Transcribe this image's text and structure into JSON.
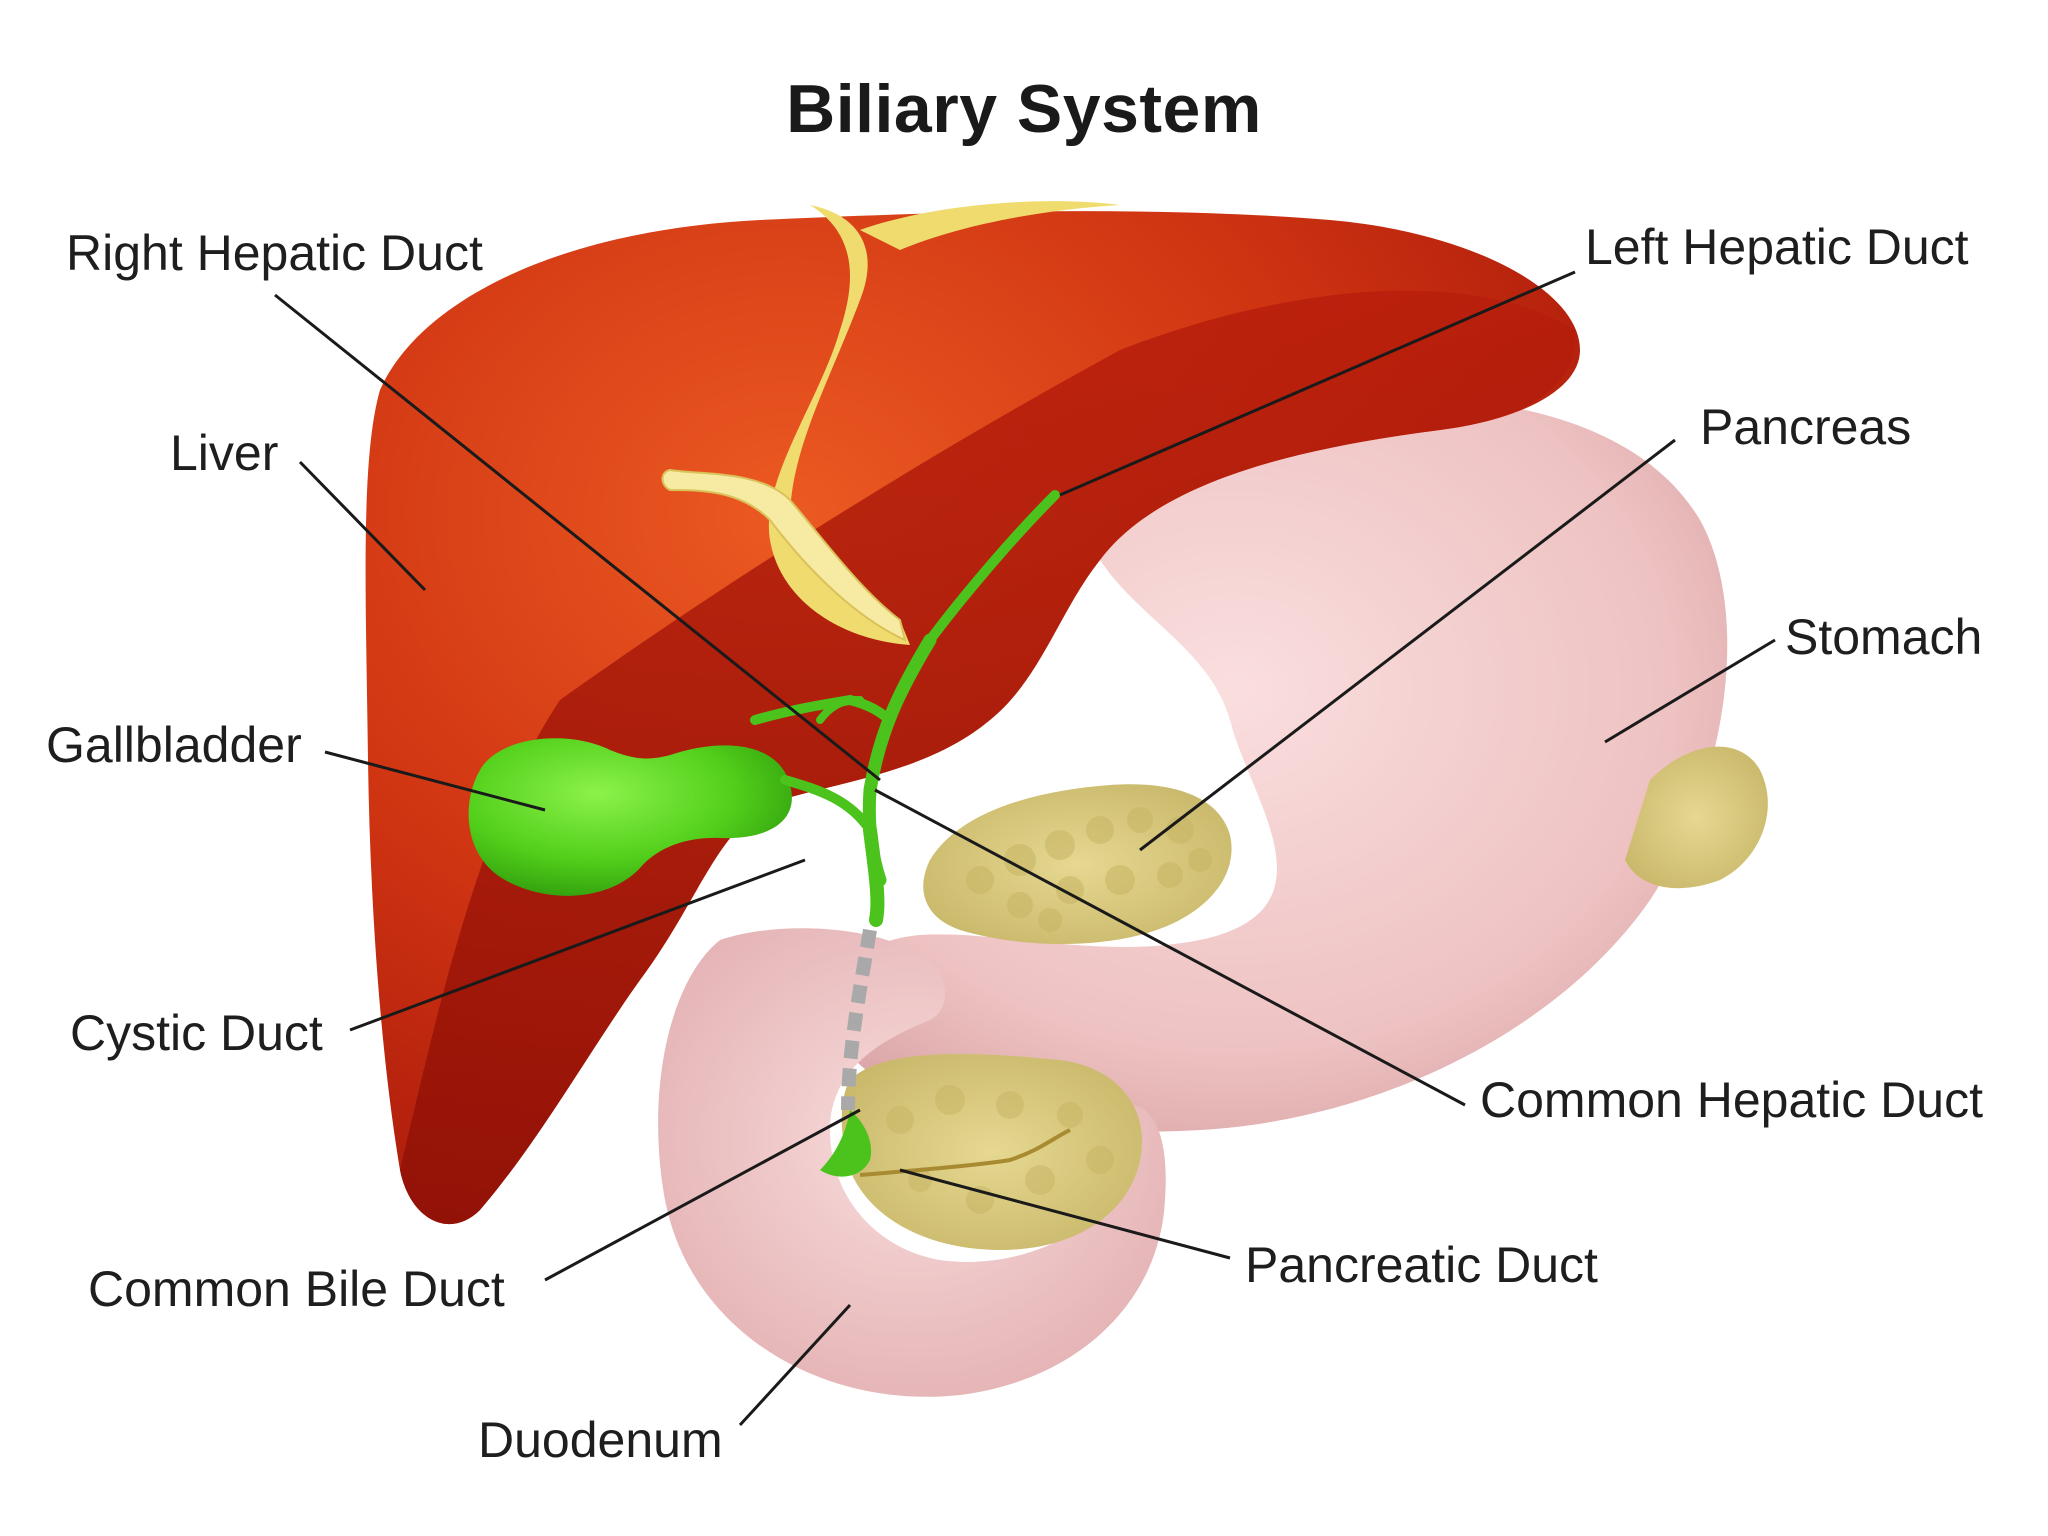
{
  "title": "Biliary System",
  "labels": {
    "right_hepatic_duct": "Right Hepatic Duct",
    "left_hepatic_duct": "Left Hepatic Duct",
    "liver": "Liver",
    "pancreas": "Pancreas",
    "stomach": "Stomach",
    "gallbladder": "Gallbladder",
    "cystic_duct": "Cystic Duct",
    "common_hepatic_duct": "Common Hepatic Duct",
    "common_bile_duct": "Common Bile Duct",
    "pancreatic_duct": "Pancreatic Duct",
    "duodenum": "Duodenum"
  },
  "colors": {
    "liver": "#c42a10",
    "liver_light": "#e8551e",
    "liver_dark": "#9e1508",
    "ligament": "#f2e07a",
    "gallbladder": "#5ad21e",
    "ducts": "#4cc21c",
    "stomach": "#f0c6c6",
    "pancreas": "#d9c97e",
    "leader_lines": "#1a1a1a"
  }
}
